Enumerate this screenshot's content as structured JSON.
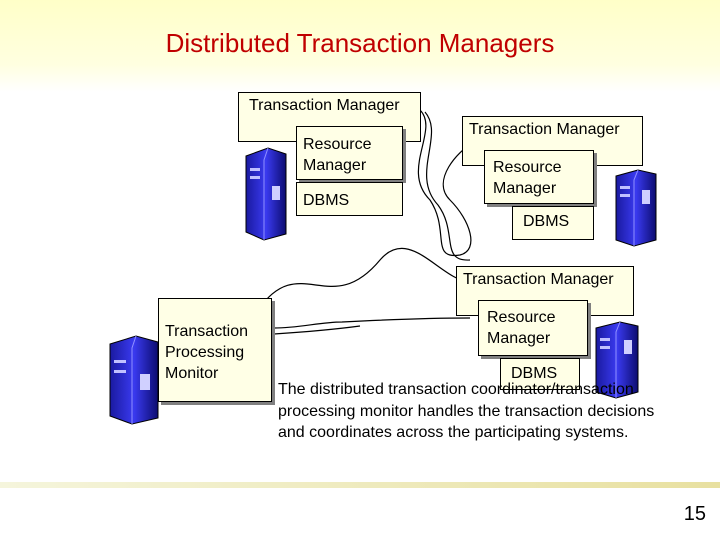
{
  "title": "Distributed Transaction Managers",
  "tm_label": "Transaction Manager",
  "rm_label": "Resource Manager",
  "rm_label_line1": "Resource",
  "rm_label_line2": "Manager",
  "dbms_label": "DBMS",
  "tpm": {
    "line1": "Transaction",
    "line2": "Processing",
    "line3": "Monitor"
  },
  "caption": "The distributed transaction coordinator/transaction processing monitor handles the transaction decisions and coordinates across the participating systems.",
  "page_number": "15",
  "colors": {
    "title": "#c00000",
    "box_fill": "#ffffe6",
    "server": "#2a2ad0"
  }
}
